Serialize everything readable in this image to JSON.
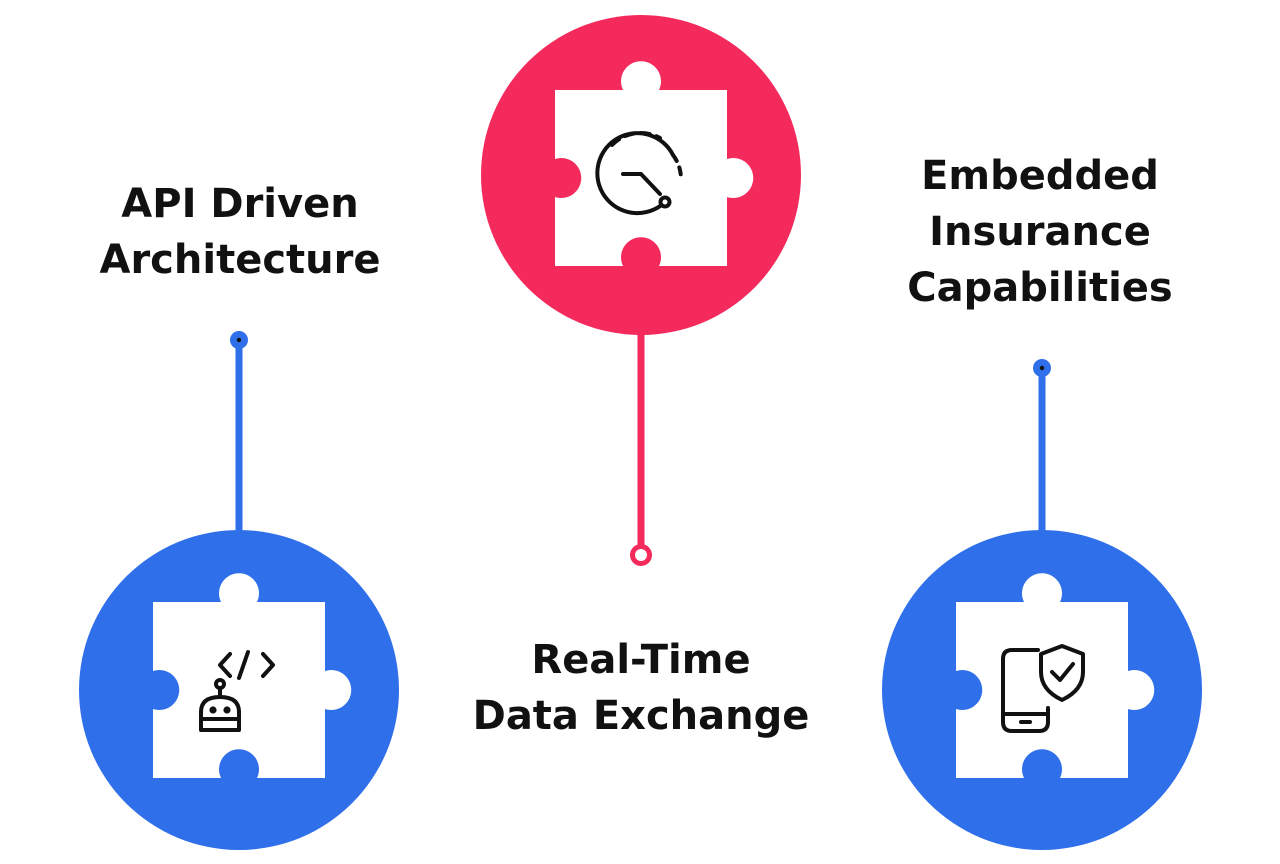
{
  "colors": {
    "blue": "#2f6fea",
    "red": "#f42a5c",
    "ink": "#111111",
    "white": "#ffffff"
  },
  "nodes": [
    {
      "id": "api",
      "title_lines": [
        "API Driven",
        "Architecture"
      ],
      "color": "blue",
      "icon": "code-robot-icon"
    },
    {
      "id": "realtime",
      "title_lines": [
        "Real-Time",
        "Data Exchange"
      ],
      "color": "red",
      "icon": "clock-sync-icon"
    },
    {
      "id": "embedded",
      "title_lines": [
        "Embedded",
        "Insurance",
        "Capabilities"
      ],
      "color": "blue",
      "icon": "phone-shield-check-icon"
    }
  ]
}
